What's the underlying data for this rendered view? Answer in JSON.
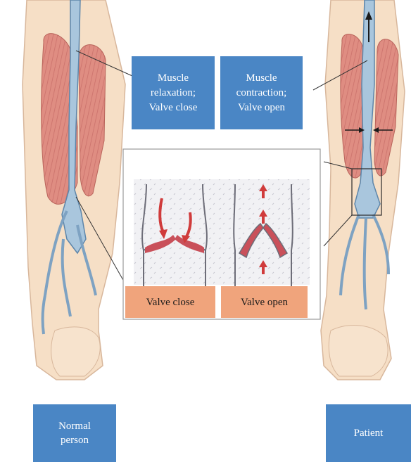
{
  "labels": {
    "muscle_relaxation": [
      "Muscle",
      "relaxation;",
      "Valve close"
    ],
    "muscle_contraction": [
      "Muscle",
      "contraction;",
      "Valve open"
    ],
    "valve_close": "Valve close",
    "valve_open": "Valve open",
    "normal_person": [
      "Normal",
      "person"
    ],
    "patient": "Patient"
  },
  "colors": {
    "label_blue": "#4a86c5",
    "label_peach": "#f0a47c",
    "skin": "#f6dfc6",
    "muscle": "#df8d82",
    "vein": "#a9c6dd",
    "blood_arrow": "#d03b3b"
  },
  "icons": {
    "blood_flow_arrows": "arrow",
    "constriction_markers": "arrow-pair"
  }
}
